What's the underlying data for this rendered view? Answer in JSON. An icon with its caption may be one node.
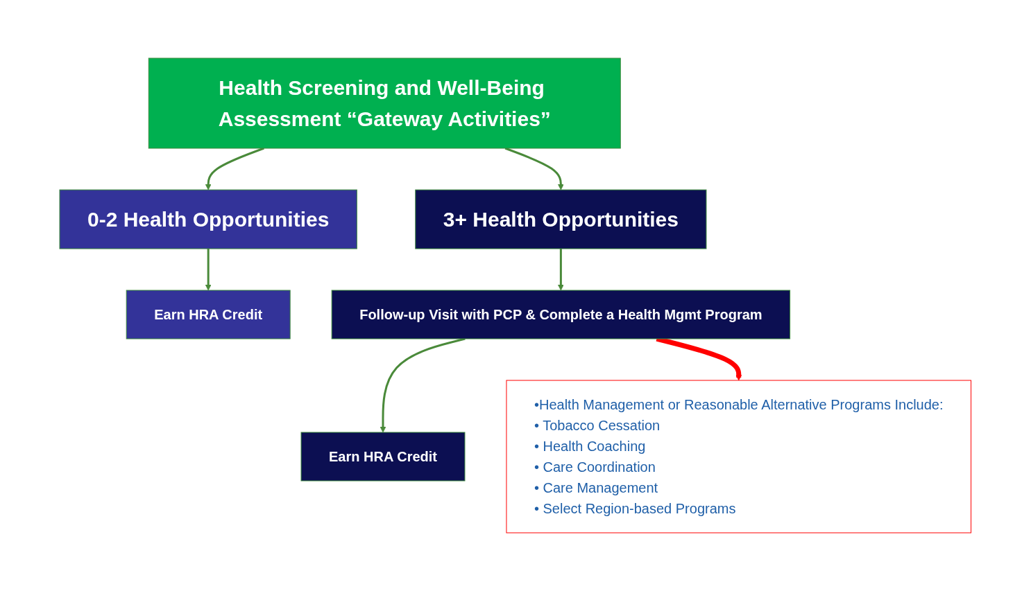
{
  "diagram": {
    "nodes": [
      {
        "text": [
          "Health Screening and Well-Being Assessment “Gateway Activities”"
        ]
      },
      {
        "text": [
          "0-2 Health Opportunities"
        ]
      },
      {
        "text": [
          "Earn HRA Credit"
        ]
      },
      {
        "text": [
          "3+ Health Opportunities"
        ]
      },
      {
        "text": [
          "Follow-up Visit with PCP & Complete a Health Mgmt Program"
        ]
      },
      {
        "text": [
          "Earn HRA Credit"
        ]
      },
      {
        "text": [
          "•Health Management or Reasonable Alternative Programs Include:",
          "• Tobacco Cessation",
          "• Health Coaching",
          "• Care Coordination",
          "• Care Management",
          "• Select Region-based Programs"
        ]
      }
    ],
    "edges": [
      {
        "from": 0,
        "to": 1,
        "arrow": "to"
      },
      {
        "from": 0,
        "to": 3,
        "arrow": "to"
      },
      {
        "from": 1,
        "to": 2,
        "arrow": "to"
      },
      {
        "from": 3,
        "to": 4,
        "arrow": "to"
      },
      {
        "from": 4,
        "to": 5,
        "arrow": "to"
      },
      {
        "from": 4,
        "to": 6,
        "arrow": "to",
        "style": "thick",
        "color": "#ff0000"
      }
    ]
  }
}
